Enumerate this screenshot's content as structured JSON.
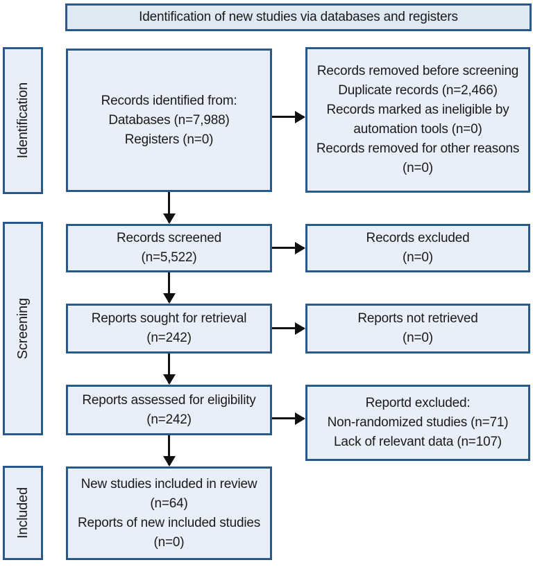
{
  "title": "Identification of new studies via databases and registers",
  "sidebar": {
    "identification": "Identification",
    "screening": "Screening",
    "included": "Included"
  },
  "flow": {
    "records_identified": {
      "lines": [
        "Records identified from:",
        "Databases (n=7,988)",
        "Registers (n=0)"
      ]
    },
    "records_removed": {
      "lines": [
        "Records removed before screening",
        "Duplicate records (n=2,466)",
        "Records marked as ineligible by automation tools (n=0)",
        "Records removed for other reasons (n=0)"
      ]
    },
    "records_screened": {
      "lines": [
        "Records screened",
        "(n=5,522)"
      ]
    },
    "records_excluded": {
      "lines": [
        "Records excluded",
        "(n=0)"
      ]
    },
    "reports_sought": {
      "lines": [
        "Reports sought for retrieval",
        "(n=242)"
      ]
    },
    "reports_not_retrieved": {
      "lines": [
        "Reports not retrieved",
        "(n=0)"
      ]
    },
    "reports_assessed": {
      "lines": [
        "Reports assessed for eligibility",
        "(n=242)"
      ]
    },
    "reports_excluded": {
      "lines": [
        "Reportd excluded:",
        "Non-randomized studies (n=71)",
        "Lack of relevant data (n=107)"
      ]
    },
    "new_studies_included": {
      "lines": [
        "New studies included in review",
        "(n=64)",
        "Reports of new included studies",
        "(n=0)"
      ]
    }
  },
  "colors": {
    "box_fill": "#e9eff8",
    "title_fill": "#dfe9f4",
    "box_border": "#27598a",
    "arrow": "#101010",
    "text": "#1a1a1a"
  }
}
